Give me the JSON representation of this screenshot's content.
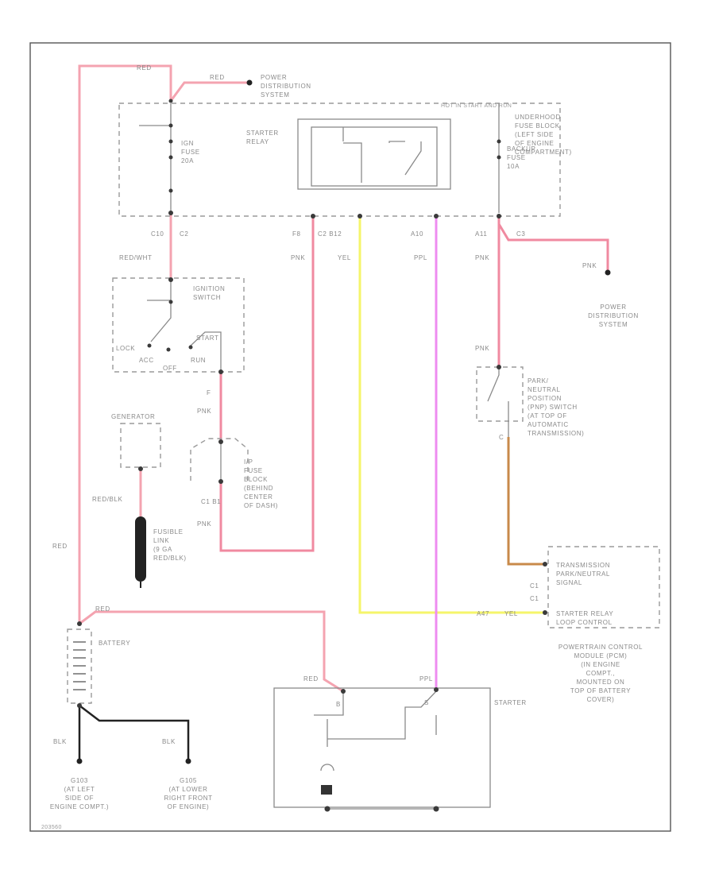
{
  "colors": {
    "red": "#f4a3b0",
    "pink": "#f08aa0",
    "yellow": "#f5f56a",
    "purple": "#ee8cf0",
    "orange": "#c88a4a",
    "black": "#222222",
    "gray": "#8a8a8a"
  },
  "labels": {
    "wire_red_top": "RED",
    "wire_red_pds": "RED",
    "pds_top": [
      "POWER",
      "DISTRIBUTION",
      "SYSTEM"
    ],
    "hot_text": "HOT IN START AND RUN",
    "underhood_fuse_block": [
      "UNDERHOOD",
      "FUSE BLOCK",
      "(LEFT SIDE",
      "OF ENGINE",
      "COMPARTMENT)"
    ],
    "ign_fuse": [
      "IGN",
      "FUSE",
      "20A"
    ],
    "starter_relay": [
      "STARTER",
      "RELAY"
    ],
    "backup_fuse": [
      "BACKUP",
      "FUSE",
      "10A"
    ],
    "conn_c10": "C10",
    "conn_c2_left": "C2",
    "conn_f8": "F8",
    "conn_c2_b12": "C2 B12",
    "conn_a10": "A10",
    "conn_a11": "A11",
    "conn_c3": "C3",
    "wire_red_wht": "RED/WHT",
    "wire_pnk_1": "PNK",
    "wire_yel": "YEL",
    "wire_ppl": "PPL",
    "wire_pnk_2": "PNK",
    "wire_pnk_pds": "PNK",
    "pds_right": [
      "POWER",
      "DISTRIBUTION",
      "SYSTEM"
    ],
    "ignition_switch": [
      "IGNITION",
      "SWITCH"
    ],
    "sw_lock": "LOCK",
    "sw_acc": "ACC",
    "sw_off": "OFF",
    "sw_run": "RUN",
    "sw_start": "START",
    "pin_f": "F",
    "wire_pnk_3": "PNK",
    "wire_pnk_4": "PNK",
    "pnp_switch": [
      "PARK/",
      "NEUTRAL",
      "POSITION",
      "(PNP) SWITCH",
      "(AT TOP OF",
      "AUTOMATIC",
      "TRANSMISSION)"
    ],
    "pin_c": "C",
    "generator": "GENERATOR",
    "ip_fuse_block": [
      "I/P",
      "FUSE",
      "BLOCK",
      "(BEHIND",
      "CENTER",
      "OF DASH)"
    ],
    "conn_c1_b1": "C1 B1",
    "wire_pnk_5": "PNK",
    "wire_red_blk": "RED/BLK",
    "fusible_link": [
      "FUSIBLE",
      "LINK",
      "(9 GA",
      "RED/BLK)"
    ],
    "wire_red_left": "RED",
    "wire_red_batt": "RED",
    "battery": "BATTERY",
    "tcm_signal": [
      "TRANSMISSION",
      "PARK/NEUTRAL",
      "SIGNAL"
    ],
    "pin_c1_a": "C1",
    "pin_c1_b": "C1",
    "starter_relay_loop": [
      "STARTER RELAY",
      "LOOP CONTROL"
    ],
    "wire_yel_pcm": "YEL",
    "pin_a47": "A47",
    "pcm": [
      "POWERTRAIN CONTROL",
      "MODULE (PCM)",
      "(IN ENGINE",
      "COMPT.,",
      "MOUNTED ON",
      "TOP OF BATTERY",
      "COVER)"
    ],
    "starter": "STARTER",
    "wire_red_st": "RED",
    "wire_ppl_st": "PPL",
    "pin_b": "B",
    "pin_s": "S",
    "wire_blk_1": "BLK",
    "wire_blk_2": "BLK",
    "ground_g103": [
      "G103",
      "(AT LEFT",
      "SIDE OF",
      "ENGINE COMPT.)"
    ],
    "ground_g105": [
      "G105",
      "(AT LOWER",
      "RIGHT FRONT",
      "OF ENGINE)"
    ],
    "figure_id": "203560"
  }
}
